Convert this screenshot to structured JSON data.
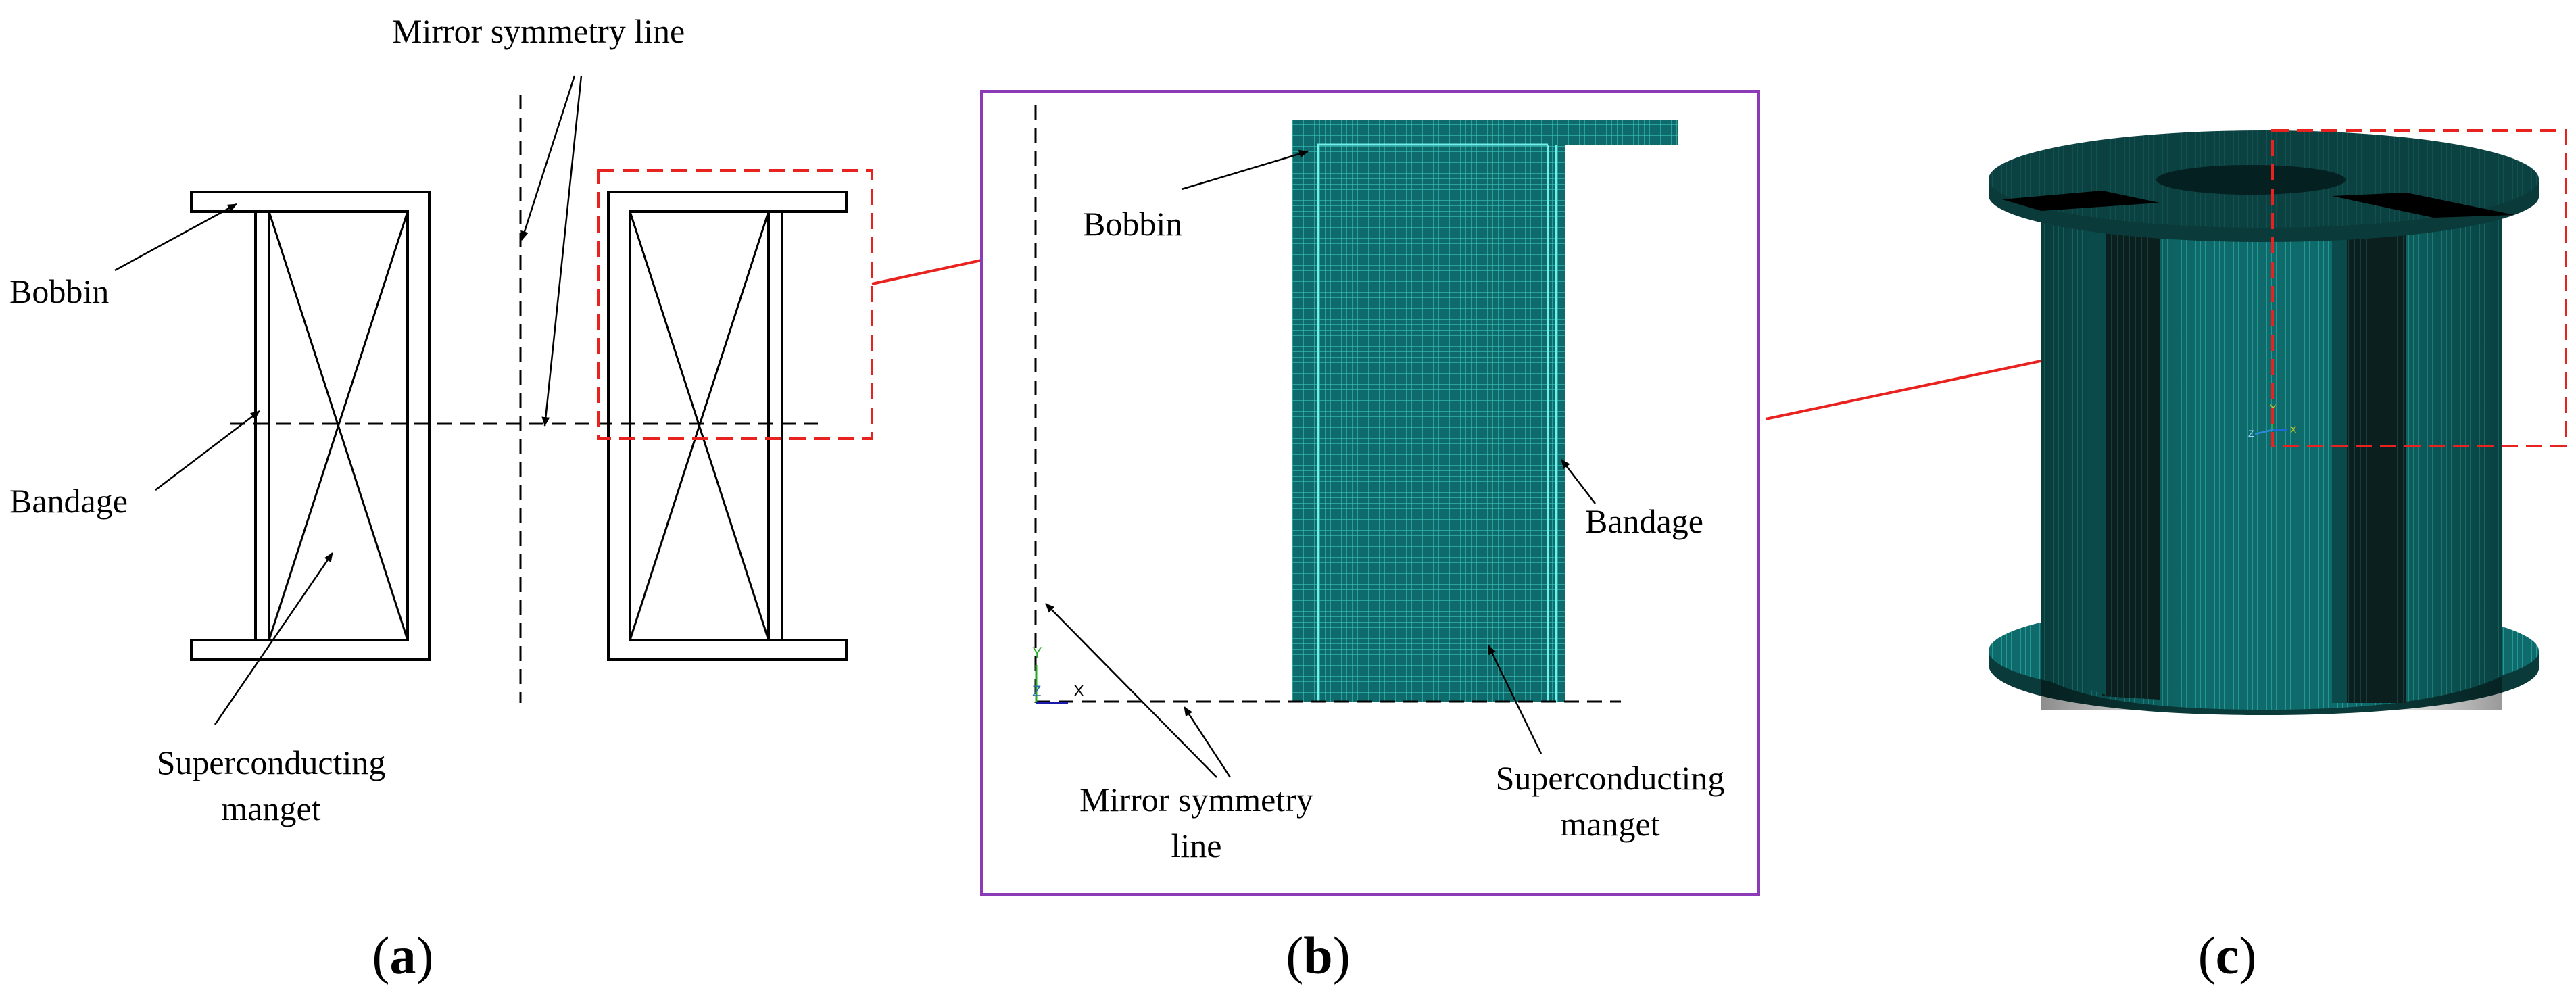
{
  "panel_a": {
    "labels": {
      "mirror_line": "Mirror symmetry line",
      "bobbin": "Bobbin",
      "bandage": "Bandage",
      "magnet_line1": "Superconducting",
      "magnet_line2": "manget"
    },
    "caption": {
      "open": "(",
      "letter": "a",
      "close": ")"
    }
  },
  "panel_b": {
    "labels": {
      "bobbin": "Bobbin",
      "bandage": "Bandage",
      "mirror_line1": "Mirror symmetry",
      "mirror_line2": "line",
      "magnet_line1": "Superconducting",
      "magnet_line2": "manget"
    },
    "triad": {
      "y": "Y",
      "z": "Z",
      "x": "X"
    },
    "caption": {
      "open": "(",
      "letter": "b",
      "close": ")"
    }
  },
  "panel_c": {
    "triad": {
      "y": "Y",
      "z": "Z",
      "x": "X"
    },
    "caption": {
      "open": "(",
      "letter": "c",
      "close": ")"
    }
  },
  "colors": {
    "mesh": "#0f6b6b",
    "mesh_line": "#2fb5b0",
    "mesh_dark": "#000000",
    "highlight": "#e8231f",
    "frame": "#8a3bb5"
  }
}
